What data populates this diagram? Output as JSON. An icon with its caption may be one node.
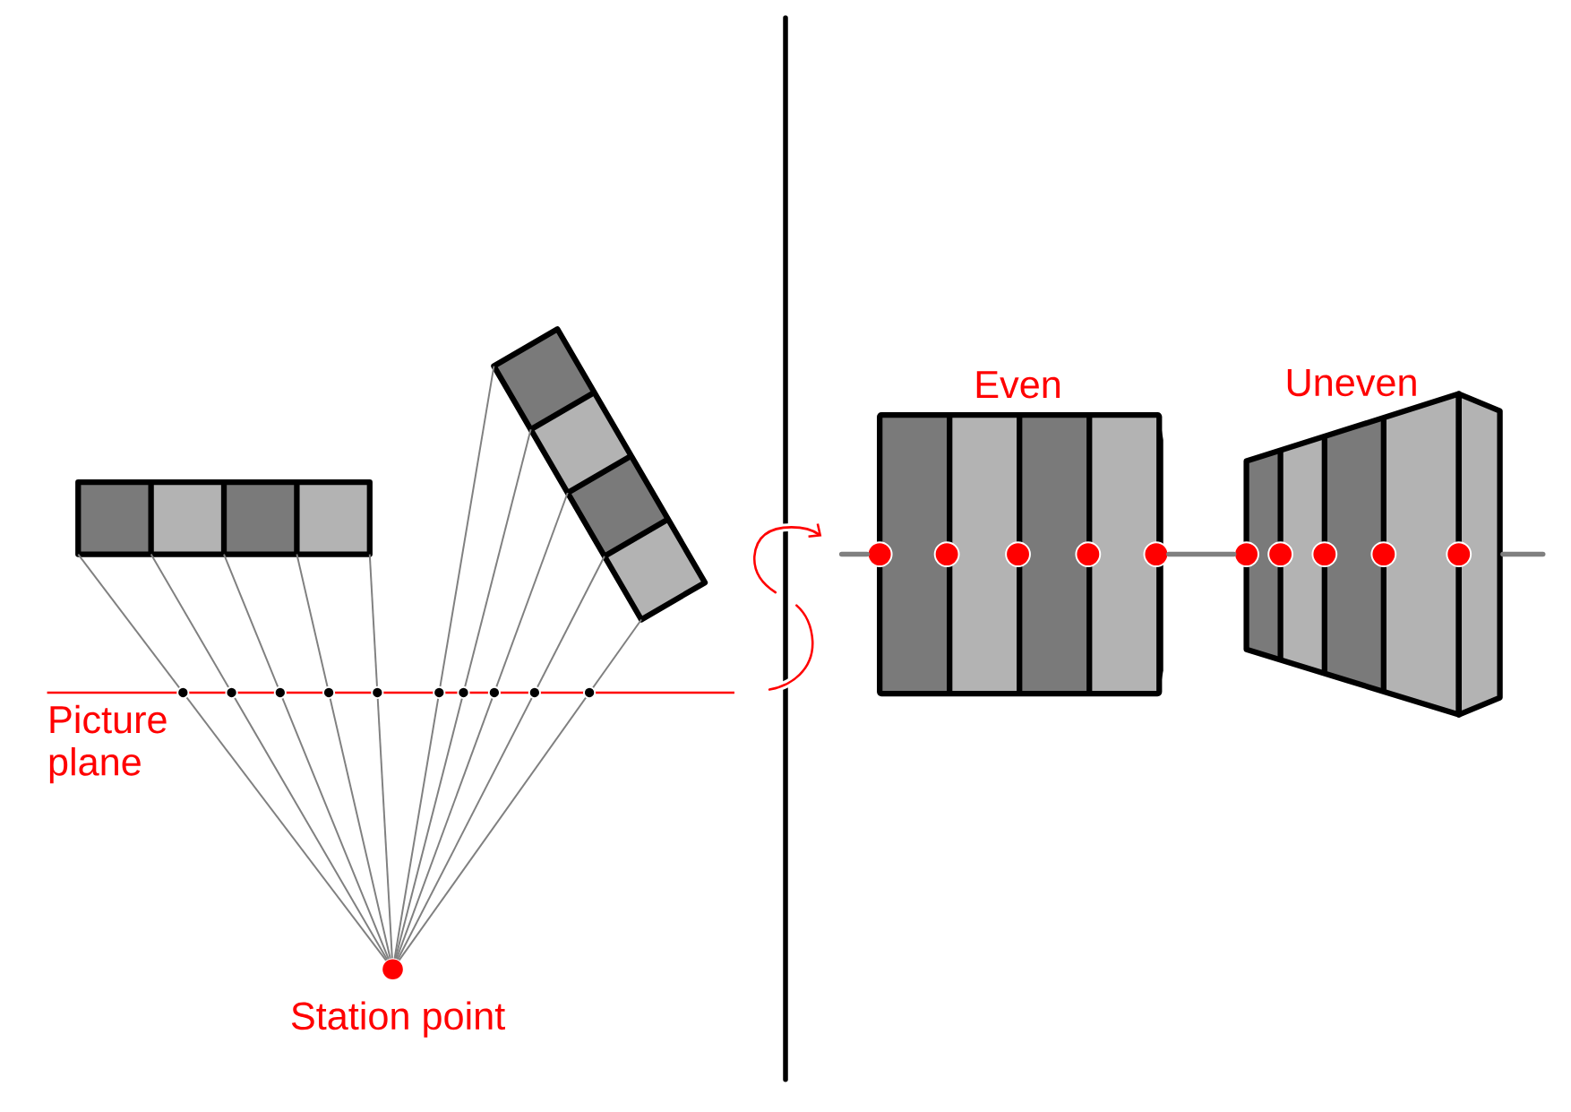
{
  "diagram": {
    "nodes": [
      {
        "text": [],
        "shape": "bar"
      },
      {
        "text": [],
        "shape": "bar"
      },
      {
        "text": [],
        "shape": "circle",
        "beside": [
          "Station point"
        ]
      },
      {
        "text": [
          "Even"
        ]
      },
      {
        "text": [
          "Uneven"
        ]
      }
    ],
    "edges": [
      {
        "from": 0,
        "to": 2,
        "arrow": "none"
      },
      {
        "from": 0,
        "to": 2,
        "arrow": "none"
      },
      {
        "from": 0,
        "to": 2,
        "arrow": "none"
      },
      {
        "from": 0,
        "to": 2,
        "arrow": "none"
      },
      {
        "from": 0,
        "to": 2,
        "arrow": "none"
      },
      {
        "from": 1,
        "to": 2,
        "arrow": "none"
      },
      {
        "from": 1,
        "to": 2,
        "arrow": "none"
      },
      {
        "from": 1,
        "to": 2,
        "arrow": "none"
      },
      {
        "from": 1,
        "to": 2,
        "arrow": "none"
      },
      {
        "from": 1,
        "to": 2,
        "arrow": "none"
      },
      {
        "from": null,
        "to": 3,
        "arrow": "none",
        "style": "thick"
      },
      {
        "from": 3,
        "to": 4,
        "arrow": "none",
        "style": "thick"
      },
      {
        "from": 4,
        "to": null,
        "arrow": "none",
        "style": "thick"
      }
    ],
    "labels": [
      "Picture plane"
    ]
  }
}
